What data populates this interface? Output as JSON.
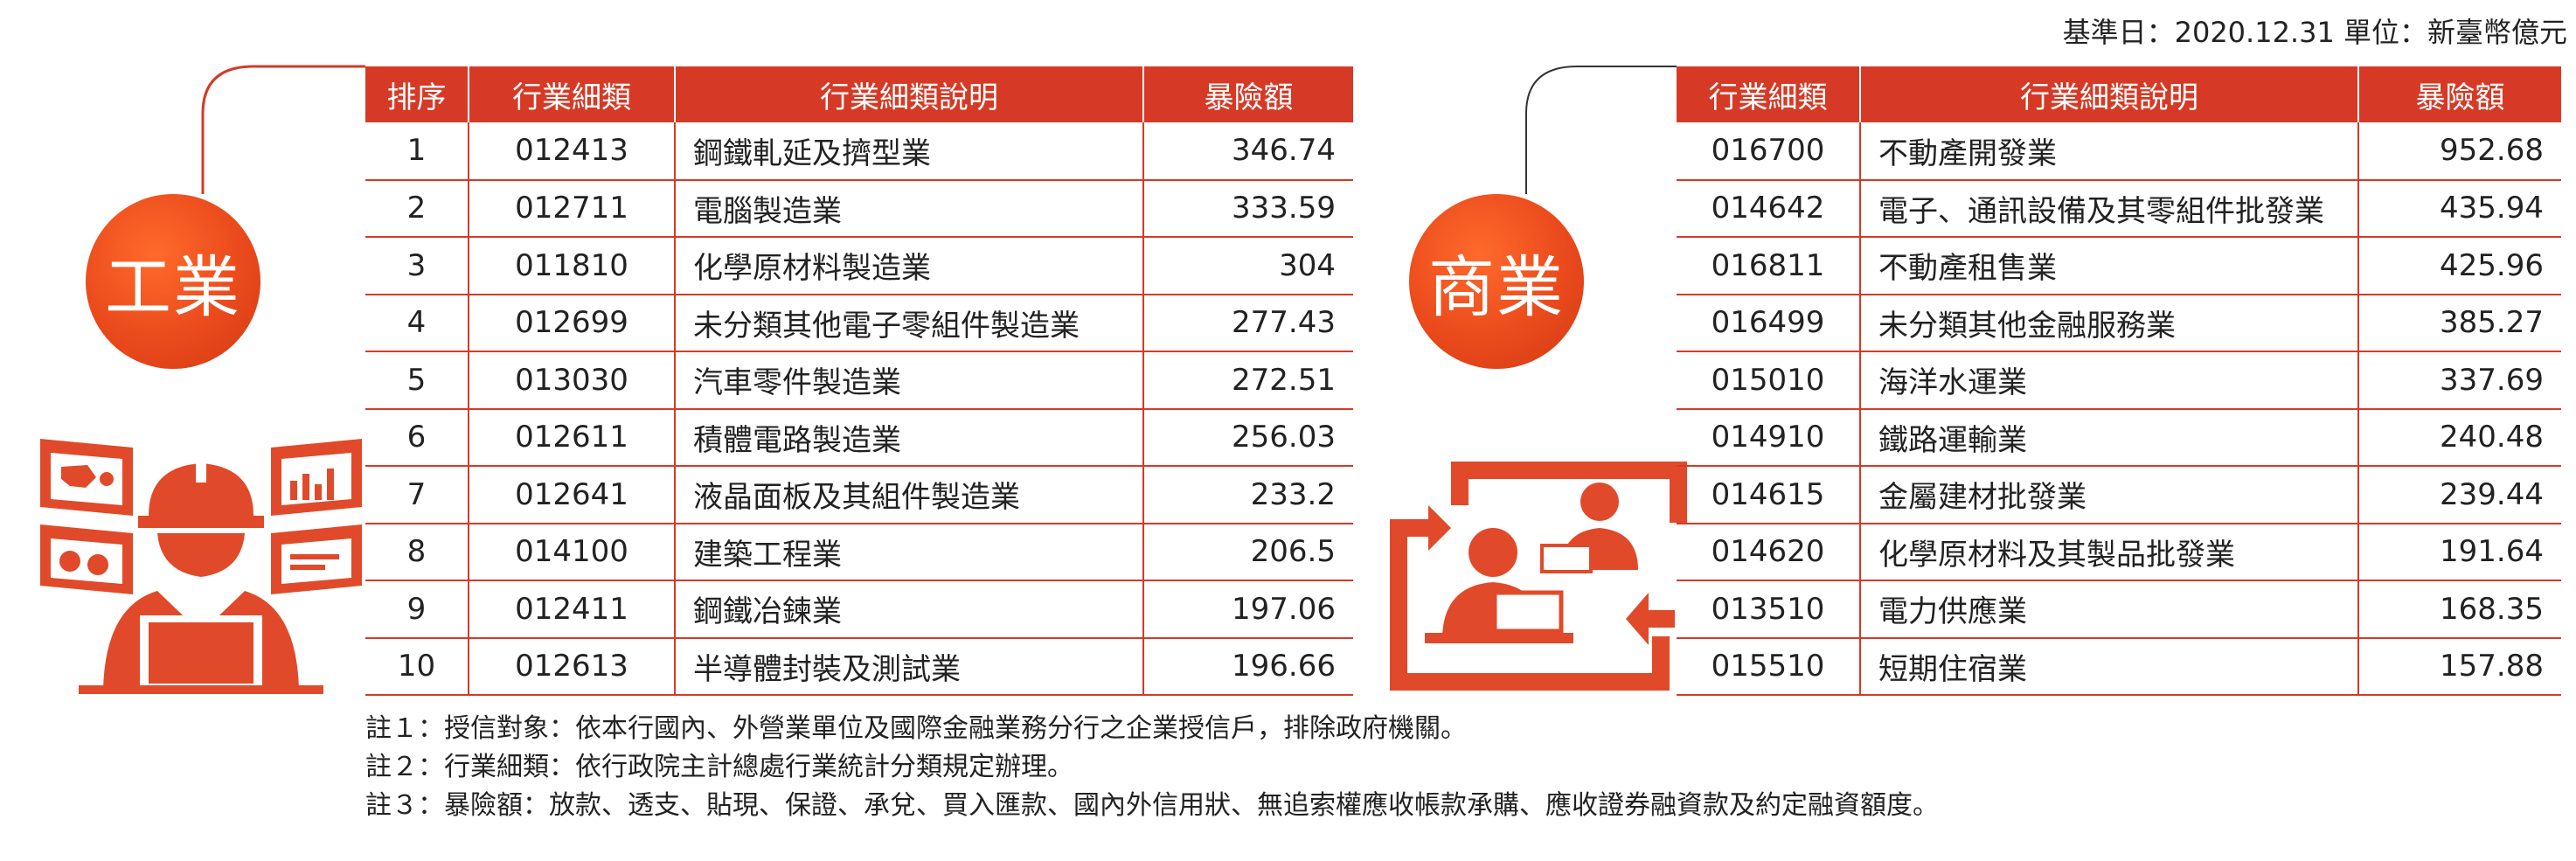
{
  "header_note": "基準日：2020.12.31 單位：新臺幣億元",
  "industry": {
    "label": "工業",
    "headers": [
      "排序",
      "行業細類",
      "行業細類說明",
      "暴險額"
    ],
    "rows": [
      {
        "rank": "1",
        "code": "012413",
        "desc": "鋼鐵軋延及擠型業",
        "amount": "346.74"
      },
      {
        "rank": "2",
        "code": "012711",
        "desc": "電腦製造業",
        "amount": "333.59"
      },
      {
        "rank": "3",
        "code": "011810",
        "desc": "化學原材料製造業",
        "amount": "304"
      },
      {
        "rank": "4",
        "code": "012699",
        "desc": "未分類其他電子零組件製造業",
        "amount": "277.43"
      },
      {
        "rank": "5",
        "code": "013030",
        "desc": "汽車零件製造業",
        "amount": "272.51"
      },
      {
        "rank": "6",
        "code": "012611",
        "desc": "積體電路製造業",
        "amount": "256.03"
      },
      {
        "rank": "7",
        "code": "012641",
        "desc": "液晶面板及其組件製造業",
        "amount": "233.2"
      },
      {
        "rank": "8",
        "code": "014100",
        "desc": "建築工程業",
        "amount": "206.5"
      },
      {
        "rank": "9",
        "code": "012411",
        "desc": "鋼鐵冶鍊業",
        "amount": "197.06"
      },
      {
        "rank": "10",
        "code": "012613",
        "desc": "半導體封裝及測試業",
        "amount": "196.66"
      }
    ]
  },
  "commerce": {
    "label": "商業",
    "headers": [
      "行業細類",
      "行業細類說明",
      "暴險額"
    ],
    "rows": [
      {
        "code": "016700",
        "desc": "不動產開發業",
        "amount": "952.68"
      },
      {
        "code": "014642",
        "desc": "電子、通訊設備及其零組件批發業",
        "amount": "435.94"
      },
      {
        "code": "016811",
        "desc": "不動產租售業",
        "amount": "425.96"
      },
      {
        "code": "016499",
        "desc": "未分類其他金融服務業",
        "amount": "385.27"
      },
      {
        "code": "015010",
        "desc": "海洋水運業",
        "amount": "337.69"
      },
      {
        "code": "014910",
        "desc": "鐵路運輸業",
        "amount": "240.48"
      },
      {
        "code": "014615",
        "desc": "金屬建材批發業",
        "amount": "239.44"
      },
      {
        "code": "014620",
        "desc": "化學原材料及其製品批發業",
        "amount": "191.64"
      },
      {
        "code": "013510",
        "desc": "電力供應業",
        "amount": "168.35"
      },
      {
        "code": "015510",
        "desc": "短期住宿業",
        "amount": "157.88"
      }
    ]
  },
  "notes": [
    "註１：授信對象：依本行國內、外營業單位及國際金融業務分行之企業授信戶，排除政府機關。",
    "註２：行業細類：依行政院主計總處行業統計分類規定辦理。",
    "註３：暴險額：放款、透支、貼現、保證、承兌、買入匯款、國內外信用狀、無追索權應收帳款承購、應收證券融資款及約定融資額度。"
  ],
  "colors": {
    "accent": "#d63a26",
    "icon": "#e04a2a"
  },
  "icons": [
    "engineer-monitors-icon",
    "people-laptop-exchange-icon"
  ]
}
